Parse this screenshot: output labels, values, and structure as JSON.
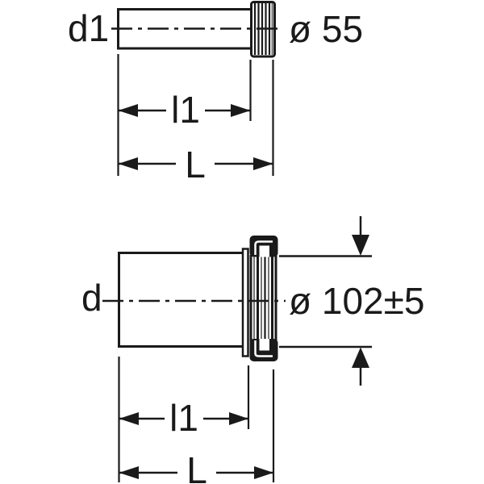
{
  "drawing": {
    "background_color": "#ffffff",
    "line_color": "#1a1a1a",
    "top_view": {
      "diameter_ref_label": "d1",
      "diameter_value_label": "ø 55",
      "inner_length_label": "l1",
      "overall_length_label": "L"
    },
    "bottom_view": {
      "diameter_ref_label": "d",
      "diameter_value_label": "ø 102±5",
      "inner_length_label": "l1",
      "overall_length_label": "L"
    }
  }
}
